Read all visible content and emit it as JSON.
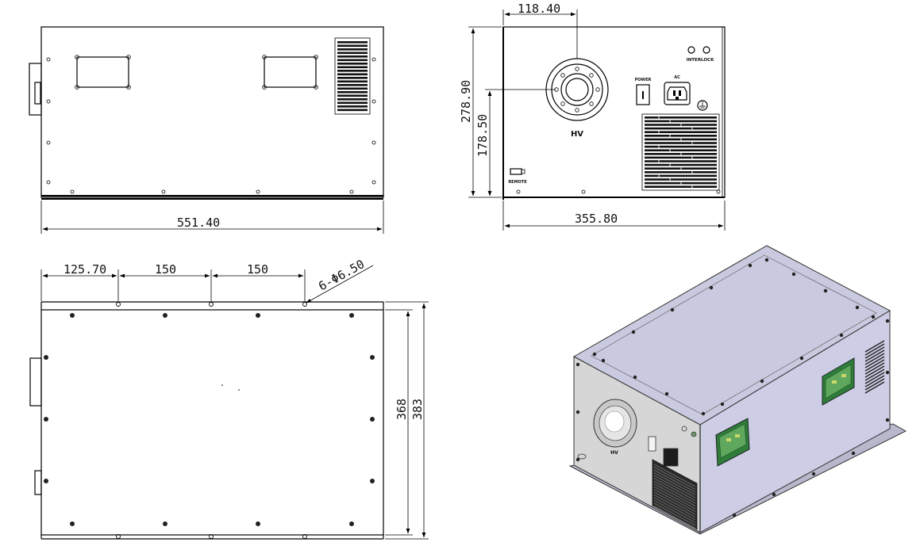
{
  "top_view": {
    "width_dim": "551.40"
  },
  "front_view": {
    "hv_center_dim": "118.40",
    "height_dim": "278.90",
    "hv_height_dim": "178.50",
    "width_dim": "355.80",
    "hv_label": "HV",
    "power_label": "POWER",
    "ac_label": "AC",
    "interlock_label": "INTERLOCK",
    "remote_label": "REMOTE"
  },
  "bottom_view": {
    "offset_dim": "125.70",
    "pitch_dim_1": "150",
    "pitch_dim_2": "150",
    "hole_dim": "6-Φ6.50",
    "inner_depth_dim": "368",
    "outer_depth_dim": "383"
  },
  "iso_view": {
    "hv_label": "HV"
  }
}
